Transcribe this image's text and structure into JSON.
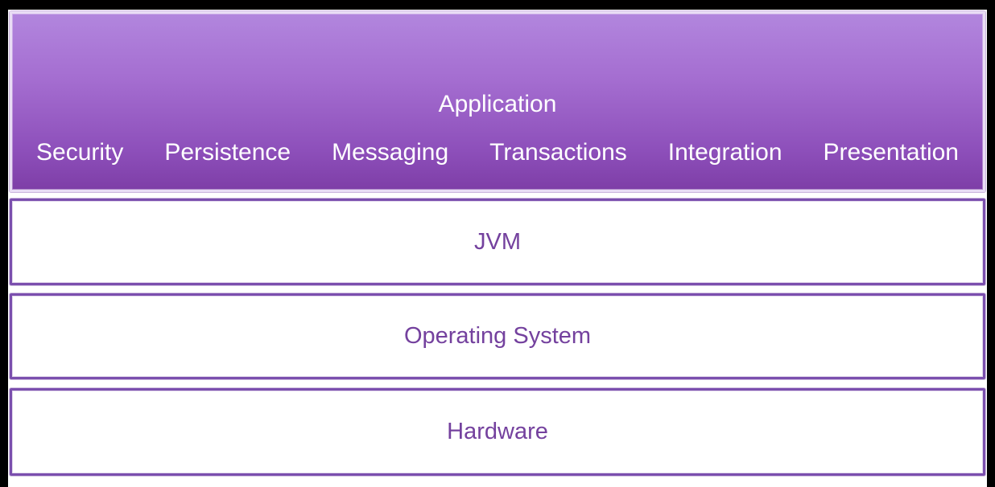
{
  "diagram": {
    "type": "layered-architecture",
    "application_layer": {
      "label": "Application",
      "modules": [
        "Security",
        "Persistence",
        "Messaging",
        "Transactions",
        "Integration",
        "Presentation"
      ]
    },
    "layers": [
      {
        "label": "JVM"
      },
      {
        "label": "Operating System"
      },
      {
        "label": "Hardware"
      }
    ],
    "colors": {
      "canvas_background": "#000000",
      "slide_background": "#ffffff",
      "app_gradient_top": "#b286de",
      "app_gradient_bottom": "#7e3ea7",
      "app_border": "#e9ddf5",
      "app_text": "#ffffff",
      "layer_border": "#7b4fae",
      "layer_text": "#74419e"
    }
  }
}
